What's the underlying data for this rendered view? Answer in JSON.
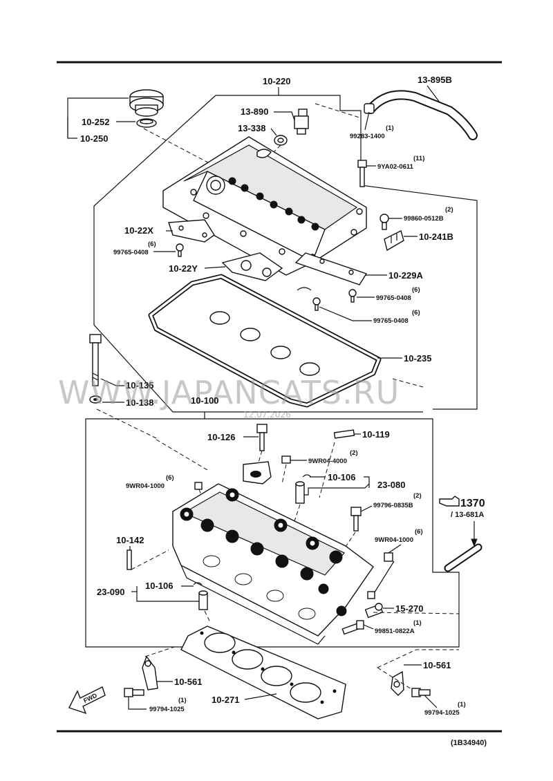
{
  "watermark": {
    "text": "WWW.JAPANCATS.RU",
    "date": "12.07.2026"
  },
  "footer": {
    "code": "(1B34940)"
  },
  "fwd_label": "FWD",
  "labels": {
    "l10_220": "10-220",
    "l13_895B": "13-895B",
    "l13_890": "13-890",
    "l13_338": "13-338",
    "l10_252": "10-252",
    "l10_250": "10-250",
    "q99283_1": "(1)",
    "p99283": "99283-1400",
    "q9YA02": "(11)",
    "p9YA02": "9YA02-0611",
    "q99860": "(2)",
    "p99860": "99860-0512B",
    "l10_241B": "10-241B",
    "l10_22X": "10-22X",
    "q99765a": "(6)",
    "p99765a": "99765-0408",
    "l10_22Y": "10-22Y",
    "l10_229A": "10-229A",
    "q99765b": "(6)",
    "p99765b": "99765-0408",
    "q99765c": "(6)",
    "p99765c": "99765-0408",
    "l10_235": "10-235",
    "l10_135": "10-135",
    "l10_138": "10-138",
    "l10_100": "10-100",
    "l10_126": "10-126",
    "l10_119": "10-119",
    "q9WR04a": "(2)",
    "p9WR04a": "9WR04-4000",
    "l10_106a": "10-106",
    "l23_080": "23-080",
    "q9WR04b": "(6)",
    "p9WR04b": "9WR04-1000",
    "q99796": "(2)",
    "p99796": "99796-0835B",
    "l1370": "1370",
    "l13_681A": "/ 13-681A",
    "l10_142": "10-142",
    "q9WR04c": "(6)",
    "p9WR04c": "9WR04-1000",
    "l23_090": "23-090",
    "l10_106b": "10-106",
    "l15_270": "15-270",
    "q99851": "(1)",
    "p99851": "99851-0822A",
    "l10_561a": "10-561",
    "l10_561b": "10-561",
    "l10_271": "10-271",
    "q99794a": "(1)",
    "p99794a": "99794-1025",
    "q99794b": "(1)",
    "p99794b": "99794-1025"
  }
}
